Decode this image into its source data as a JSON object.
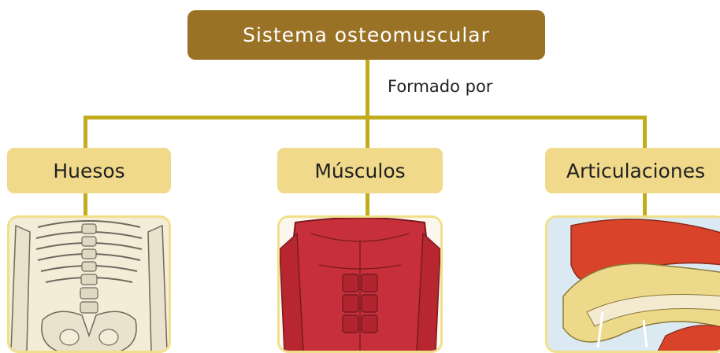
{
  "diagram": {
    "title": "Sistema osteomuscular",
    "connector_label": "Formado por",
    "categories": [
      {
        "label": "Huesos",
        "image": "skeleton-torso-illustration"
      },
      {
        "label": "Músculos",
        "image": "muscular-torso-illustration"
      },
      {
        "label": "Articulaciones",
        "image": "knee-joint-illustration"
      }
    ]
  },
  "colors": {
    "title_box": "#9a7226",
    "category_box": "#f0d98a",
    "connector": "#c2ac1e",
    "image_border": "#f0e08a"
  }
}
